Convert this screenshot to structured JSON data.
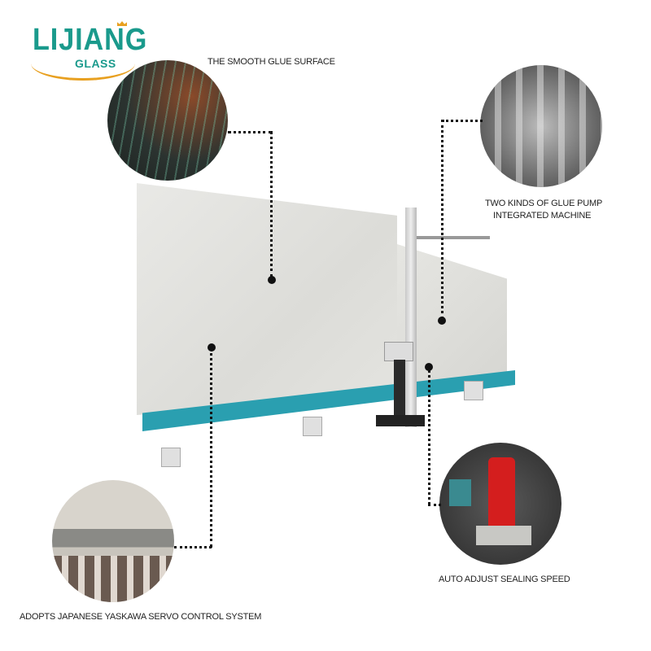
{
  "brand": {
    "name": "LIJIANG",
    "sub": "GLASS",
    "primary_color": "#1a9a8c",
    "accent_color": "#e8a020"
  },
  "features": [
    {
      "id": "glue-surface",
      "label": "THE SMOOTH GLUE SURFACE",
      "image": "glass-edges-photo"
    },
    {
      "id": "glue-pump",
      "label_line1": "TWO KINDS OF GLUE PUMP",
      "label_line2": "INTEGRATED MACHINE",
      "image": "glue-pump-photo"
    },
    {
      "id": "servo-control",
      "label": "ADOPTS JAPANESE YASKAWA SERVO CONTROL SYSTEM",
      "image": "control-cabinet-photo"
    },
    {
      "id": "sealing-speed",
      "label": "AUTO ADJUST SEALING SPEED",
      "image": "red-pump-photo"
    }
  ],
  "machine": {
    "description": "vertical insulating glass sealing machine",
    "base_color": "#2a9fb0"
  }
}
